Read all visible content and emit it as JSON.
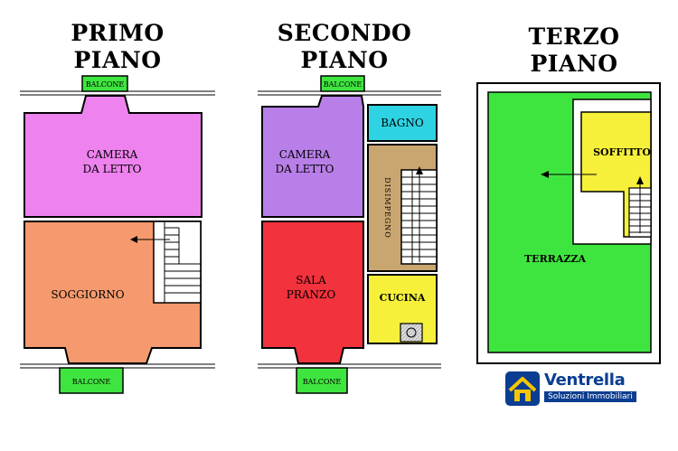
{
  "floors": {
    "first": {
      "title_line1": "PRIMO",
      "title_line2": "PIANO",
      "balcony_top": "BALCONE",
      "bedroom_line1": "CAMERA",
      "bedroom_line2": "DA LETTO",
      "living": "SOGGIORNO",
      "balcony_bottom": "BALCONE"
    },
    "second": {
      "title_line1": "SECONDO",
      "title_line2": "PIANO",
      "balcony_top": "BALCONE",
      "bedroom_line1": "CAMERA",
      "bedroom_line2": "DA LETTO",
      "bathroom": "BAGNO",
      "hallway": "DISIMPEGNO",
      "dining_line1": "SALA",
      "dining_line2": "PRANZO",
      "kitchen": "CUCINA",
      "balcony_bottom": "BALCONE"
    },
    "third": {
      "title_line1": "TERZO",
      "title_line2": "PIANO",
      "attic": "SOFFITTO",
      "terrace": "TERRAZZA"
    }
  },
  "logo": {
    "name": "Ventrella",
    "tagline": "Soluzioni Immobiliari"
  },
  "colors": {
    "bedroom_first": "#ee82ee",
    "living": "#f59a6e",
    "bedroom_second": "#b97fe8",
    "dining": "#f2323c",
    "bathroom": "#2ed3e3",
    "hallway": "#c9a670",
    "kitchen": "#f7f03a",
    "attic": "#f7f03a",
    "terrace": "#3fe53f",
    "balcony": "#3fe53f",
    "brand": "#0b3d91"
  }
}
